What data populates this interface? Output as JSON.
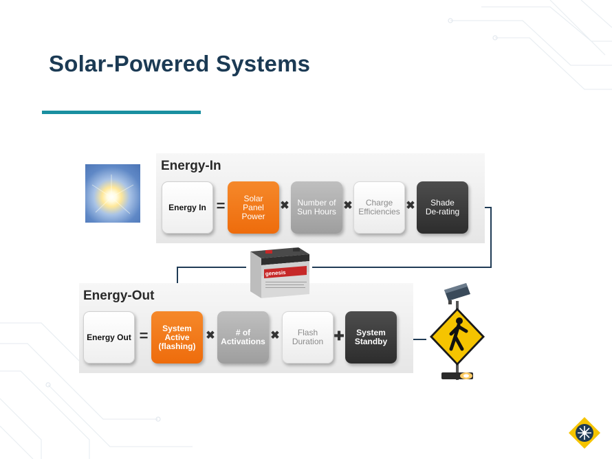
{
  "slide": {
    "title": "Solar-Powered Systems"
  },
  "energy_in": {
    "heading": "Energy-In",
    "boxes": [
      {
        "label": "Energy In"
      },
      {
        "label": "Solar\nPanel\nPower"
      },
      {
        "label": "Number of\nSun Hours"
      },
      {
        "label": "Charge\nEfficiencies"
      },
      {
        "label": "Shade\nDe-rating"
      }
    ],
    "operators": [
      "=",
      "✖",
      "✖",
      "✖"
    ]
  },
  "energy_out": {
    "heading": "Energy-Out",
    "boxes": [
      {
        "label": "Energy Out"
      },
      {
        "label": "System\nActive\n(flashing)"
      },
      {
        "label": "# of\nActivations"
      },
      {
        "label": "Flash\nDuration"
      },
      {
        "label": "System\nStandby"
      }
    ],
    "operators": [
      "=",
      "✖",
      "✖",
      "✚"
    ]
  },
  "battery": {
    "brand_text": "genesis"
  },
  "icons": [
    "sun-photo",
    "battery-icon",
    "pedestrian-sign-icon",
    "company-logo-icon"
  ],
  "colors": {
    "title": "#1b3a54",
    "accent": "#1a8fa0",
    "orange": "#ee6c0c",
    "gray": "#a6a6a6",
    "dark": "#333333",
    "sign_yellow": "#f5c400"
  }
}
